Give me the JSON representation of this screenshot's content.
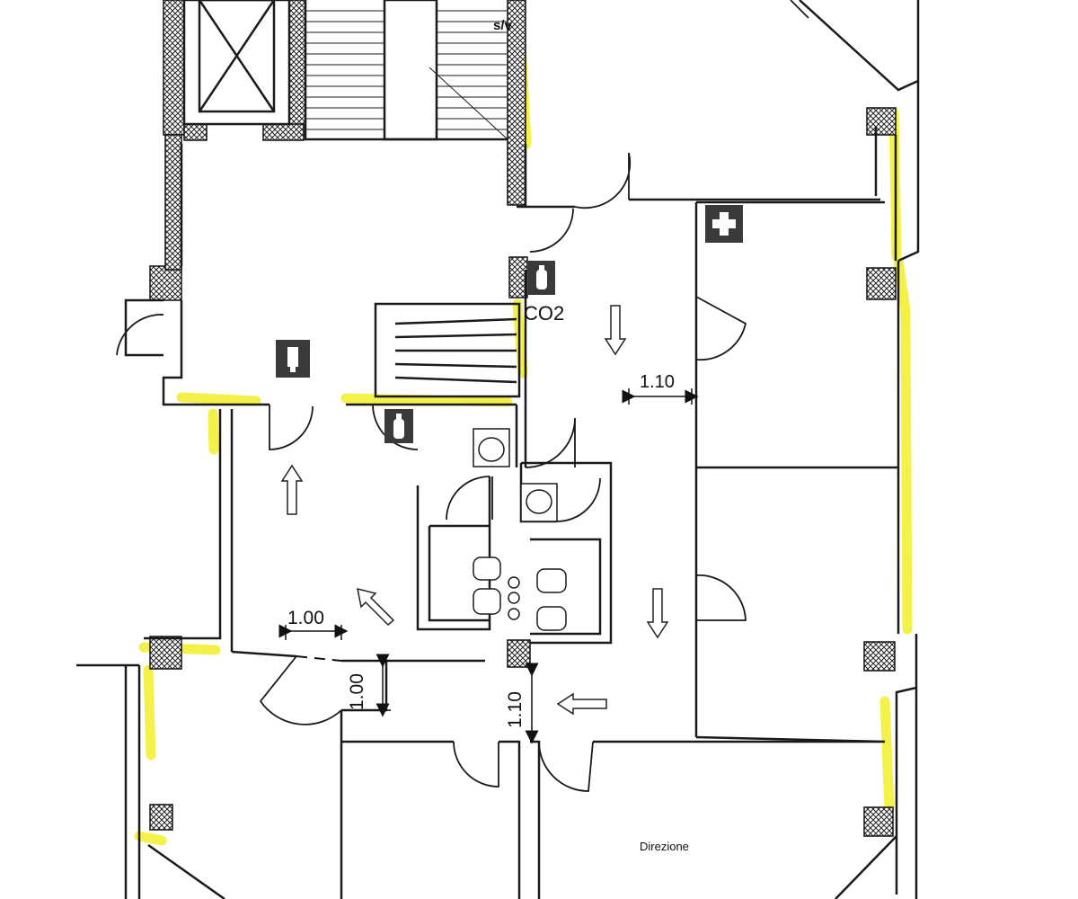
{
  "labels": {
    "co2": "CO2",
    "stair_code": "s/v",
    "direzione": "Direzione",
    "width_1": "1.00",
    "height_1": "1.00",
    "width_2": "1.10",
    "height_2": "1.10"
  },
  "colors": {
    "wall": "#1a1a1a",
    "highlight": "#f2ee2a",
    "hatch": "#222222",
    "sign_bg": "#3a3a3a",
    "sign_fg": "#ffffff"
  },
  "icons": [
    "first-aid-icon",
    "fire-extinguisher-icon",
    "fire-hose-icon",
    "escape-arrow-icon",
    "sink-icon",
    "toilet-icon"
  ]
}
